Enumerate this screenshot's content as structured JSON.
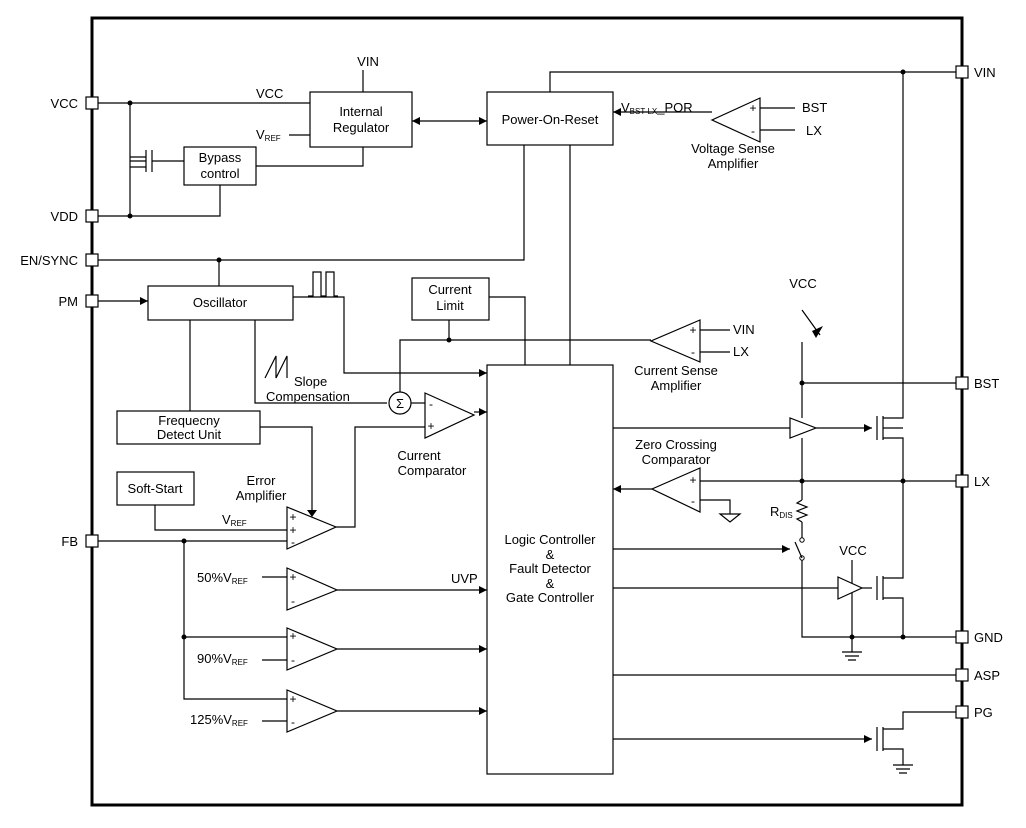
{
  "pins_left": {
    "vcc": "VCC",
    "vdd": "VDD",
    "en_sync": "EN/SYNC",
    "pm": "PM",
    "fb": "FB"
  },
  "pins_right": {
    "vin": "VIN",
    "bst": "BST",
    "lx": "LX",
    "gnd": "GND",
    "asp": "ASP",
    "pg": "PG"
  },
  "blocks": {
    "internal_regulator": [
      "Internal",
      "Regulator"
    ],
    "bypass_control": [
      "Bypass",
      "control"
    ],
    "power_on_reset": "Power-On-Reset",
    "oscillator": "Oscillator",
    "current_limit": [
      "Current",
      "Limit"
    ],
    "frequency_detect": [
      "Frequecny",
      "Detect Unit"
    ],
    "soft_start": "Soft-Start",
    "logic_controller": [
      "Logic Controller",
      "&",
      "Fault Detector",
      "&",
      "Gate Controller"
    ]
  },
  "labels": {
    "vin_top": "VIN",
    "vcc_internal": "VCC",
    "vref": "V",
    "vref_sub": "REF",
    "vbst_prefix": "V",
    "vbst_sub": "BST-LX",
    "vbst_suffix": "_POR",
    "bst": "BST",
    "lx": "LX",
    "voltage_sense": [
      "Voltage Sense",
      "Amplifier"
    ],
    "vcc_right": "VCC",
    "cs_vin": "VIN",
    "cs_lx": "LX",
    "current_sense": [
      "Current Sense",
      "Amplifier"
    ],
    "slope": [
      "Slope",
      "Compensation"
    ],
    "sigma": "Σ",
    "current_comparator": [
      "Current",
      "Comparator"
    ],
    "zero_crossing": [
      "Zero Crossing",
      "Comparator"
    ],
    "rdis": "R",
    "rdis_sub": "DIS",
    "vcc_driver": "VCC",
    "error_amplifier": [
      "Error",
      "Amplifier"
    ],
    "uvp": "UVP",
    "pct50": "50%V",
    "pct90": "90%V",
    "pct125": "125%V",
    "plus": "+",
    "minus": "-"
  }
}
